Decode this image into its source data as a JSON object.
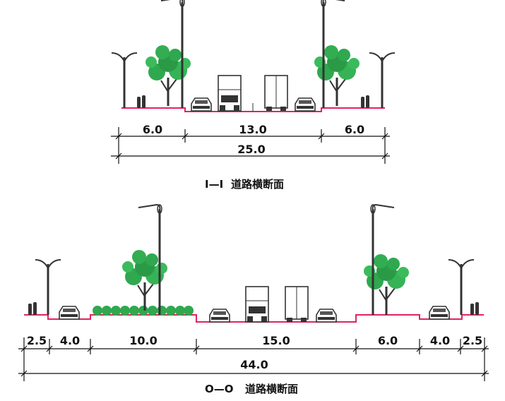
{
  "sections": [
    {
      "segments": [
        "6.0",
        "13.0",
        "6.0"
      ],
      "total": "25.0",
      "marker": "I—I",
      "caption": "道路横断面"
    },
    {
      "segments": [
        "2.5",
        "4.0",
        "10.0",
        "15.0",
        "6.0",
        "4.0",
        "2.5"
      ],
      "total": "44.0",
      "marker": "O—O",
      "caption": "道路横断面"
    }
  ],
  "colors": {
    "road_line": "#e0245e",
    "tree": "#2fa84f",
    "dim_line": "#111111"
  }
}
